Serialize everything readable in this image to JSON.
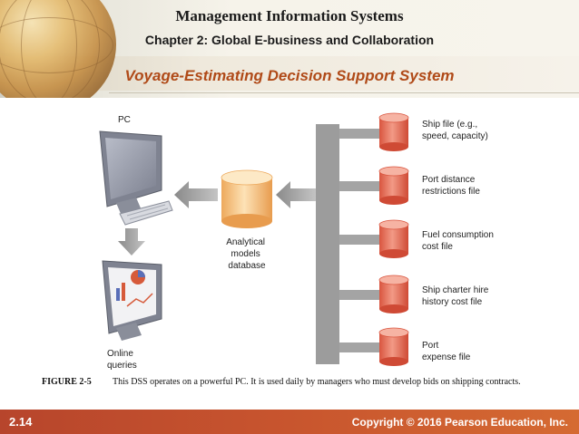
{
  "header": {
    "title": "Management Information Systems",
    "chapter": "Chapter 2: Global E-business and Collaboration",
    "slide_title": "Voyage-Estimating Decision Support System"
  },
  "diagram": {
    "pc_label": "PC",
    "queries_label": [
      "Online",
      "queries"
    ],
    "database_label": [
      "Analytical",
      "models",
      "database"
    ],
    "files": [
      {
        "lines": [
          "Ship file (e.g.,",
          "speed, capacity)"
        ]
      },
      {
        "lines": [
          "Port distance",
          "restrictions file"
        ]
      },
      {
        "lines": [
          "Fuel consumption",
          "cost file"
        ]
      },
      {
        "lines": [
          "Ship charter hire",
          "history cost file"
        ]
      },
      {
        "lines": [
          "Port",
          "expense file"
        ]
      }
    ],
    "colors": {
      "file_cylinder": "#e8705a",
      "database_cylinder": "#f5c27c",
      "connector": "#9a9a9a",
      "monitor": "#8b8f9c"
    }
  },
  "caption": {
    "figure": "FIGURE 2-5",
    "text": "This DSS operates on a powerful PC. It is used daily by managers who must develop bids on shipping contracts."
  },
  "footer": {
    "slide_number": "2.14",
    "copyright": "Copyright © 2016 Pearson Education, Inc."
  }
}
